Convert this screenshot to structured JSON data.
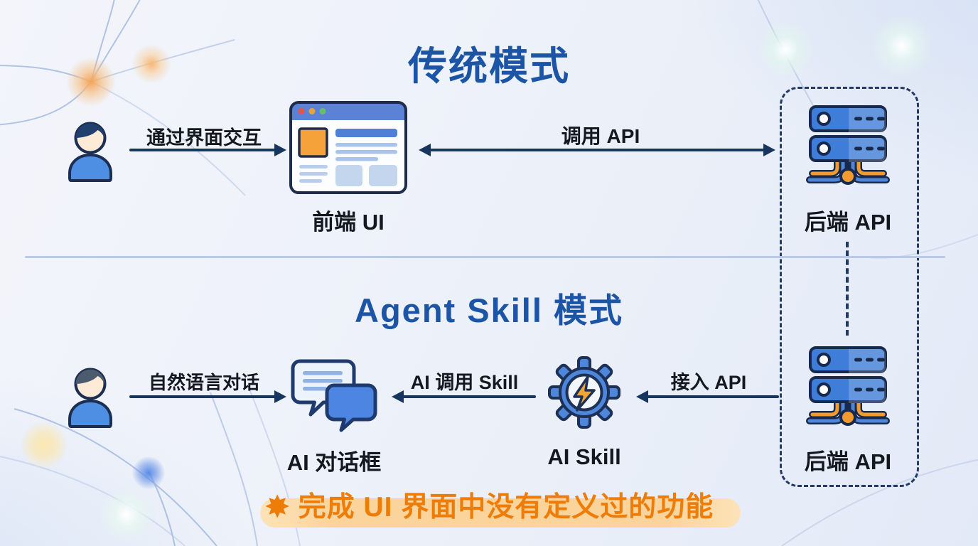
{
  "titles": {
    "traditional": "传统模式",
    "agent": "Agent Skill 模式"
  },
  "traditional_flow": {
    "user_to_frontend_label": "通过界面交互",
    "frontend_label": "前端 UI",
    "frontend_to_backend_label": "调用 API",
    "backend_label": "后端 API"
  },
  "agent_flow": {
    "user_to_chat_label": "自然语言对话",
    "chat_label": "AI 对话框",
    "skill_to_chat_label": "AI 调用 Skill",
    "skill_label": "AI Skill",
    "backend_to_skill_label": "接入 API",
    "backend_label": "后端 API"
  },
  "note": {
    "star": "✸",
    "text": "完成 UI 界面中没有定义过的功能"
  },
  "icons": [
    "user-icon",
    "browser-icon",
    "server-icon",
    "chat-bubbles-icon",
    "gear-lightning-icon"
  ],
  "colors": {
    "title_blue": "#1d55a6",
    "arrow_navy": "#16365f",
    "label_text": "#14181f",
    "note_orange": "#ee7c08",
    "note_highlight": "#fbd49b",
    "icon_blue": "#4d86da",
    "icon_outline": "#1c2e52",
    "icon_orange": "#f6a23b",
    "divider": "#b9c9e7",
    "dashed_border": "#233a63",
    "background": "#edf1f9"
  }
}
